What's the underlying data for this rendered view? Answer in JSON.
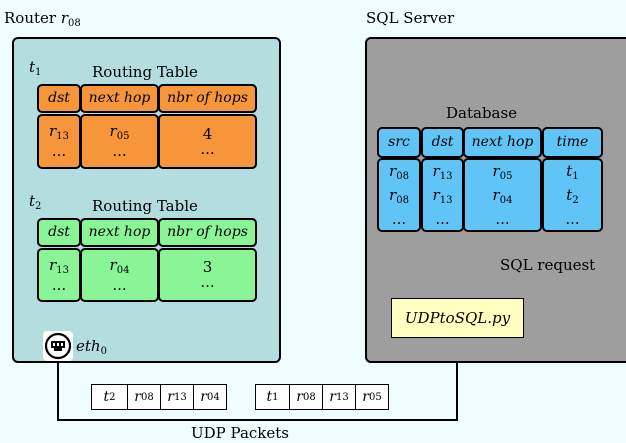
{
  "router": {
    "title": "Router",
    "title_var": "r",
    "title_sub": "08"
  },
  "server": {
    "title": "SQL Server"
  },
  "table1": {
    "time_var": "t",
    "time_sub": "1",
    "title": "Routing Table",
    "headers": [
      "dst",
      "next hop",
      "nbr of hops"
    ],
    "dst": {
      "var": "r",
      "sub": "13"
    },
    "next_hop": {
      "var": "r",
      "sub": "05"
    },
    "hops": "4",
    "ellipsis": "..."
  },
  "table2": {
    "time_var": "t",
    "time_sub": "2",
    "title": "Routing Table",
    "headers": [
      "dst",
      "next hop",
      "nbr of hops"
    ],
    "dst": {
      "var": "r",
      "sub": "13"
    },
    "next_hop": {
      "var": "r",
      "sub": "04"
    },
    "hops": "3",
    "ellipsis": "..."
  },
  "database": {
    "title": "Database",
    "headers": [
      "src",
      "dst",
      "next hop",
      "time"
    ],
    "rows": [
      {
        "src_sub": "08",
        "dst_sub": "13",
        "hop_sub": "05",
        "time_sub": "1"
      },
      {
        "src_sub": "08",
        "dst_sub": "13",
        "hop_sub": "04",
        "time_sub": "2"
      }
    ],
    "var_r": "r",
    "var_t": "t",
    "ellipsis": "..."
  },
  "sql_request": "SQL request",
  "udp_script": "UDPtoSQL.py",
  "interface": {
    "var": "eth",
    "sub": "0"
  },
  "packets": [
    {
      "t_sub": "2",
      "src_sub": "08",
      "dst_sub": "13",
      "hop_sub": "04"
    },
    {
      "t_sub": "1",
      "src_sub": "08",
      "dst_sub": "13",
      "hop_sub": "05"
    }
  ],
  "udp_label": "UDP Packets"
}
